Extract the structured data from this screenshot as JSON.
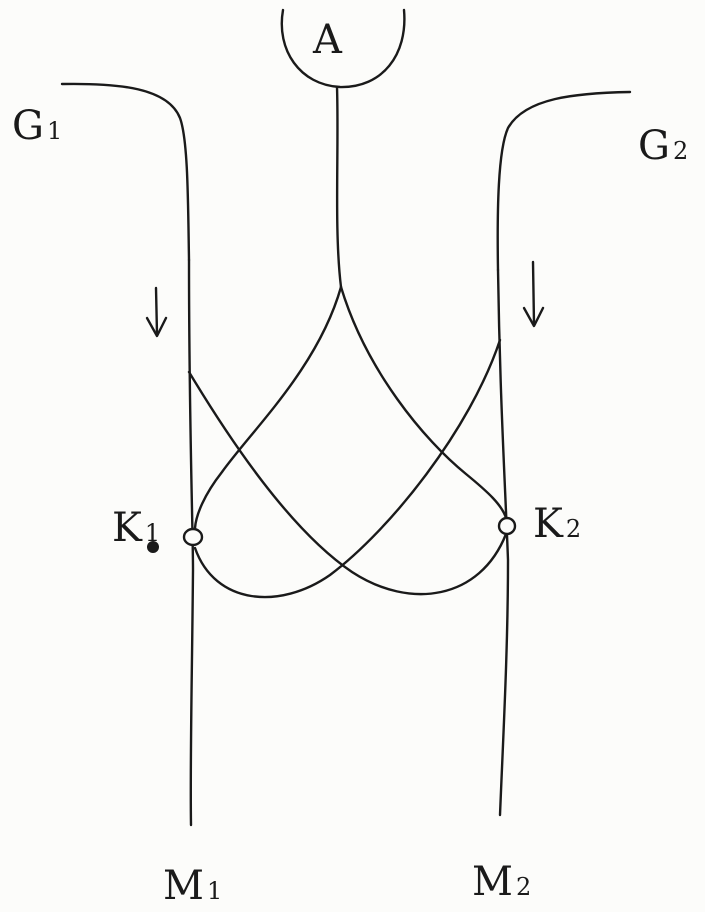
{
  "diagram": {
    "nodes": {
      "A": {
        "letter": "A",
        "index": ""
      },
      "G1": {
        "letter": "G",
        "index": "1"
      },
      "G2": {
        "letter": "G",
        "index": "2"
      },
      "K1": {
        "letter": "K",
        "index": "1"
      },
      "K2": {
        "letter": "K",
        "index": "2"
      },
      "M1": {
        "letter": "M",
        "index": "1"
      },
      "M2": {
        "letter": "M",
        "index": "2"
      }
    },
    "ink_color": "#1a1a1a",
    "paper_color": "#fcfcfa"
  }
}
